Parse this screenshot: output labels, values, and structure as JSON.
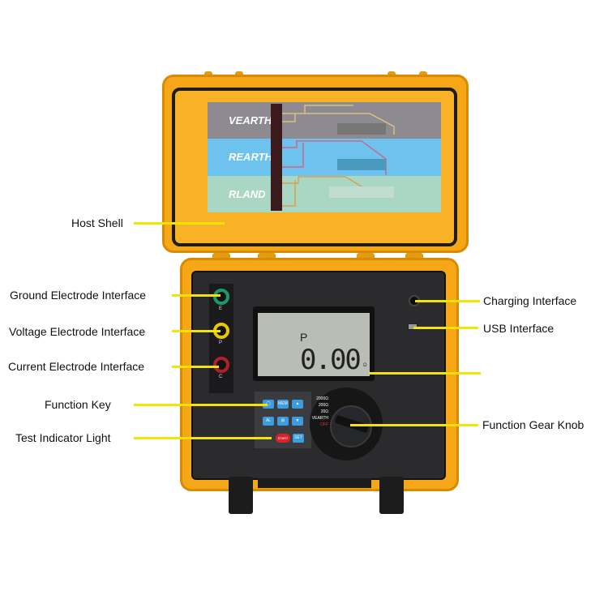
{
  "labels": {
    "host_shell": "Host Shell",
    "ground_electrode": "Ground Electrode Interface",
    "voltage_electrode": "Voltage Electrode Interface",
    "current_electrode": "Current Electrode Interface",
    "function_key": "Function Key",
    "test_indicator": "Test Indicator Light",
    "charging": "Charging Interface",
    "usb": "USB Interface",
    "gear_knob": "Function Gear Knob"
  },
  "lid_chart": [
    "VEARTH",
    "REARTH",
    "RLAND"
  ],
  "terminals": {
    "e": "E",
    "p": "P",
    "c": "C"
  },
  "display": {
    "mode": "P",
    "value": "0.00",
    "unit": "Ω"
  },
  "keys": [
    "◯",
    "MEM",
    "▲",
    "AL",
    "⊞",
    "▼",
    "START",
    "SET"
  ],
  "knob_positions": [
    "2000Ω",
    "200Ω",
    "20Ω",
    "VEARTH",
    "OFF"
  ],
  "colors": {
    "accent_line": "#f5e400",
    "case": "#f6a718"
  }
}
